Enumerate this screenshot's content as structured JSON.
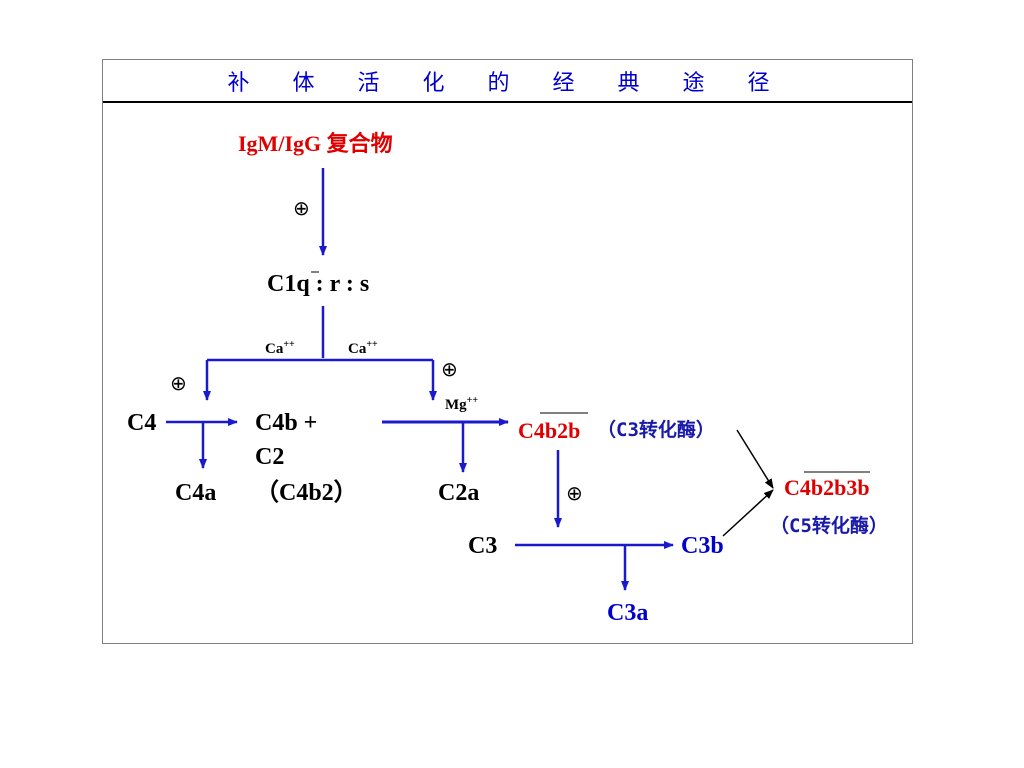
{
  "title": "补 体 活 化 的 经 典 途 径",
  "colors": {
    "red": "#e00000",
    "blue": "#0000cc",
    "line": "#1a1acc",
    "black": "#000000"
  },
  "nodes": {
    "start": "IgM/IgG 复合物",
    "c1": "C1q : r : s",
    "c4": "C4",
    "c4a": "C4a",
    "c4b_c2_line1": "C4b +",
    "c4b_c2_line2": "C2",
    "c4b2_paren": "（C4b2）",
    "c2a": "C2a",
    "c4b2b": "C4b2b",
    "c3conv_note": "（C3转化酶）",
    "c3": "C3",
    "c3b": "C3b",
    "c3a": "C3a",
    "c4b2b3b": "C4b2b3b",
    "c5conv_note": "（C5转化酶）"
  },
  "ions": {
    "ca_left": "Ca",
    "ca_right": "Ca",
    "mg": "Mg",
    "charge": "++"
  },
  "symbols": {
    "oplus": "⊕"
  }
}
